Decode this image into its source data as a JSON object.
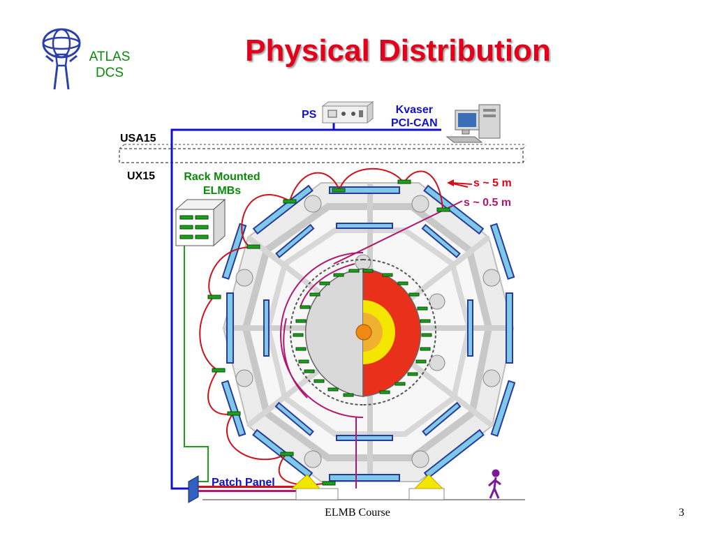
{
  "slide": {
    "title": "Physical Distribution",
    "logo_lines": [
      "ATLAS",
      "DCS"
    ],
    "footer": "ELMB Course",
    "page_number": "3"
  },
  "diagram": {
    "labels": {
      "ps": "PS",
      "kvaser_line1": "Kvaser",
      "kvaser_line2": "PCI-CAN",
      "usa15": "USA15",
      "ux15": "UX15",
      "rack_line1": "Rack Mounted",
      "rack_line2": "ELMBs",
      "s_5m": "s ~ 5 m",
      "s_05m": "s ~ 0.5 m",
      "patch_panel": "Patch Panel"
    },
    "colors": {
      "title_red": "#e2001a",
      "logo_green": "#0a8a0a",
      "bus_blue": "#1010c8",
      "can_green": "#1aa01a",
      "cable_red": "#d0101a",
      "inner_magenta": "#b0166e",
      "chamber_blue": "#2a3a9a",
      "chamber_cyan": "#7ec8e8"
    },
    "icons": [
      "atlas-logo-icon",
      "power-supply-icon",
      "computer-icon",
      "elmb-crate-icon",
      "person-icon"
    ]
  }
}
